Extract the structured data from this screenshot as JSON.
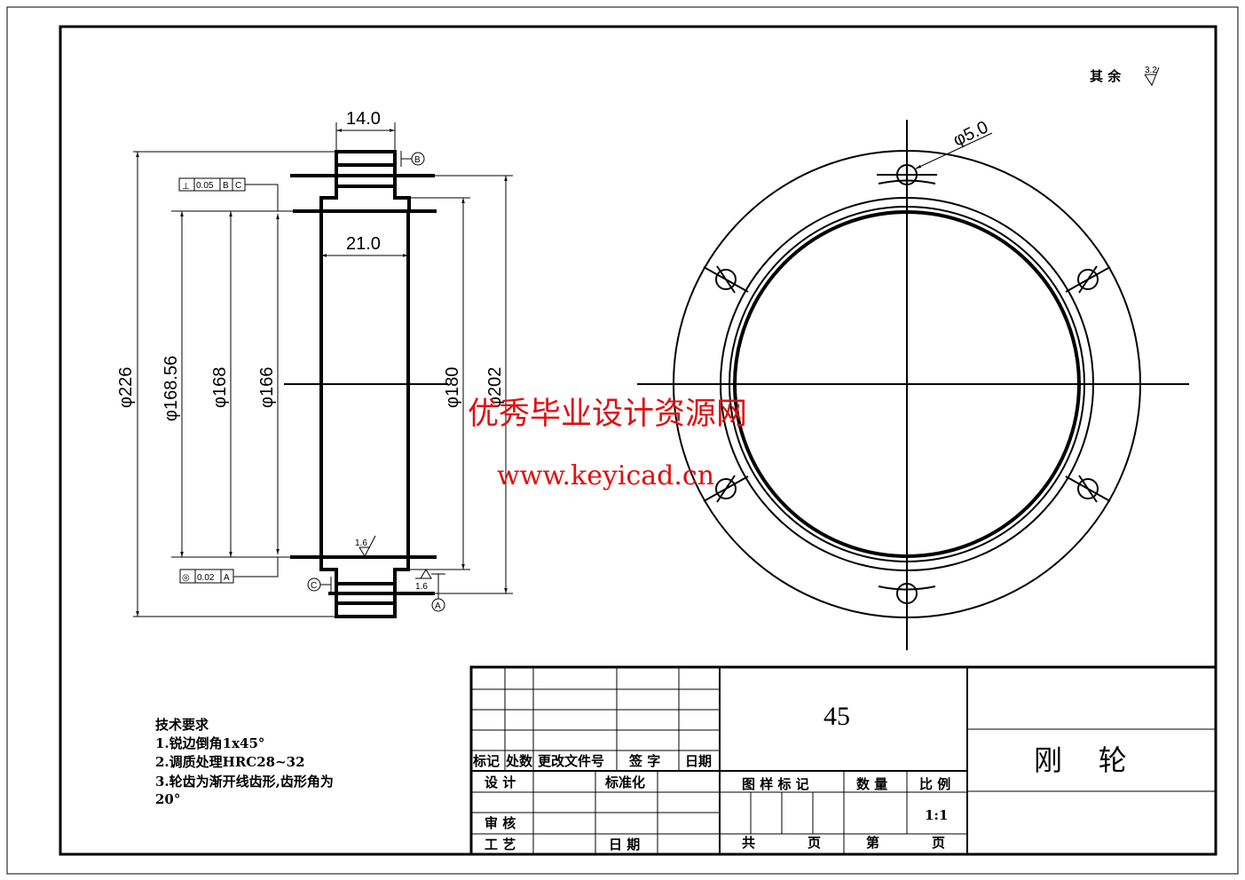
{
  "surface_note": {
    "label": "其 余",
    "roughness": "3.2"
  },
  "side_view": {
    "dims": {
      "width_top": "14.0",
      "width_inner": "21.0",
      "d226": "φ226",
      "d168_56": "φ168.56",
      "d168": "φ168",
      "d166": "φ166",
      "d180": "φ180",
      "d202": "φ202"
    },
    "tolerance_top": {
      "symbol": "⊥",
      "value": "0.05",
      "datum1": "B",
      "datum2": "C"
    },
    "tolerance_bottom": {
      "symbol": "◎",
      "value": "0.02",
      "datum1": "A"
    },
    "datums": {
      "a": "A",
      "b": "B",
      "c": "C"
    },
    "roughness_inner": "1.6",
    "roughness_side": "1.6"
  },
  "front_view": {
    "hole_dim": "φ5.0"
  },
  "watermark": {
    "line1": "优秀毕业设计资源网",
    "line2": "www.keyicad.cn"
  },
  "requirements": {
    "title": "技术要求",
    "items": [
      "1.锐边倒角1x45°",
      "2.调质处理HRC28~32",
      "3.轮齿为渐开线齿形,齿形角为",
      "20°"
    ]
  },
  "title_block": {
    "material": "45",
    "part_name": "刚    轮",
    "rev_headers": [
      "标记",
      "处数",
      "更改文件号",
      "签 字",
      "日期"
    ],
    "design": "设 计",
    "standardize": "标准化",
    "review": "审 核",
    "process": "工 艺",
    "date": "日 期",
    "drawing_mark": "图 样 标 记",
    "quantity": "数 量",
    "scale_label": "比 例",
    "scale": "1:1",
    "total": "共",
    "page1": "页",
    "sheet": "第",
    "page2": "页"
  }
}
